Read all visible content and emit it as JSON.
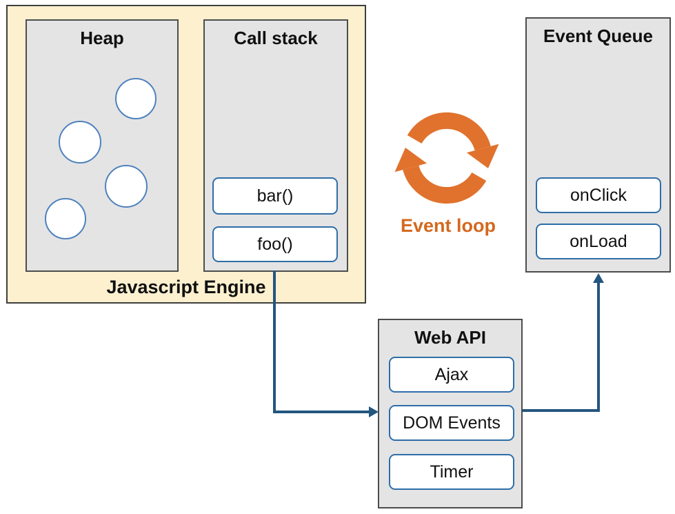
{
  "javascript_engine": {
    "label": "Javascript Engine",
    "heap": {
      "title": "Heap",
      "object_count": 4
    },
    "call_stack": {
      "title": "Call stack",
      "frames": [
        "bar()",
        "foo()"
      ]
    }
  },
  "event_loop": {
    "label": "Event loop",
    "icon": "sync-cycle-arrows-icon"
  },
  "web_api": {
    "title": "Web API",
    "items": [
      "Ajax",
      "DOM Events",
      "Timer"
    ]
  },
  "event_queue": {
    "title": "Event Queue",
    "items": [
      "onClick",
      "onLoad"
    ]
  },
  "colors": {
    "engine_background": "#FCF0CF",
    "panel_background": "#E4E4E4",
    "panel_border": "#4C4C4C",
    "item_border": "#2E6DA8",
    "circle_border": "#4E81BD",
    "arrow_blue": "#23567F",
    "event_loop_orange": "#E0722D",
    "event_loop_text": "#D3691F"
  }
}
